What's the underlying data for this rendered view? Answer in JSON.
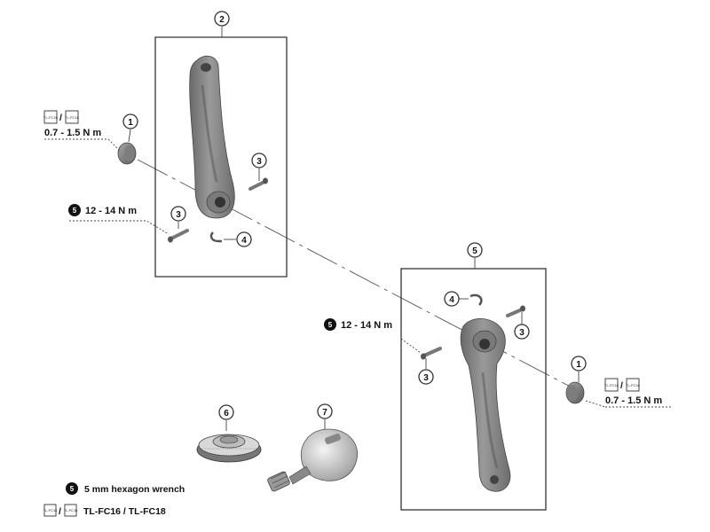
{
  "callouts": {
    "c1a": "1",
    "c2": "2",
    "c3a": "3",
    "c3b": "3",
    "c4a": "4",
    "c5": "5",
    "c4b": "4",
    "c3c": "3",
    "c3d": "3",
    "c1b": "1",
    "c6": "6",
    "c7": "7"
  },
  "torques": {
    "cap_left": "0.7 - 1.5 N m",
    "bolt_left": "12 - 14 N m",
    "bolt_right": "12 - 14 N m",
    "cap_right": "0.7 - 1.5 N m"
  },
  "hex_badge": "5",
  "tool_icons": {
    "icon_a": "TL-FC16",
    "icon_b": "TL-FC18",
    "separator": "/"
  },
  "legend": {
    "hex_wrench": "5 mm hexagon wrench",
    "tools": "TL-FC16 / TL-FC18",
    "separator": "/"
  },
  "icons": {
    "left-crank-arm": "left-crank-arm-icon",
    "right-crank-arm": "right-crank-arm-icon",
    "crank-cap": "crank-cap-icon",
    "pinch-bolt": "pinch-bolt-icon",
    "stopper-plate": "stopper-plate-icon",
    "cap-tool": "cap-install-tool-icon",
    "bearing-tool": "bearing-adjust-tool-icon"
  },
  "colors": {
    "part_gray": "#8c8c8c",
    "part_dark": "#5f5f5f",
    "line": "#333333"
  }
}
